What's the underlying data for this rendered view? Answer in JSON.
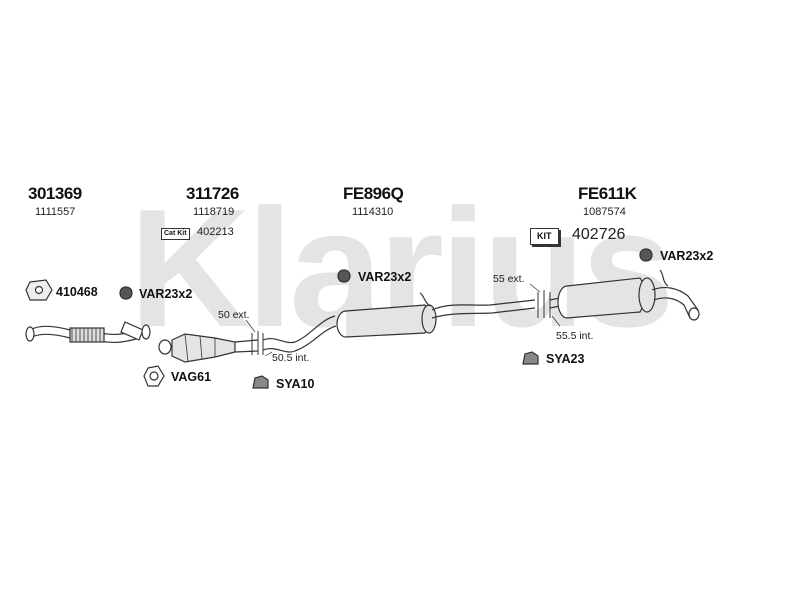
{
  "watermark": "Klarius",
  "parts": [
    {
      "code": "301369",
      "ref": "1111557"
    },
    {
      "code": "311726",
      "ref": "1118719"
    },
    {
      "code": "FE896Q",
      "ref": "1114310"
    },
    {
      "code": "FE611K",
      "ref": "1087574"
    }
  ],
  "cat_kit": {
    "badge": "Cat Kit",
    "number": "402213"
  },
  "kit": {
    "badge": "KIT",
    "number": "402726"
  },
  "fittings": {
    "clamp_410468": "410468",
    "var_front": "VAR23x2",
    "var_mid": "VAR23x2",
    "var_rear": "VAR23x2",
    "vag61": "VAG61",
    "sya10": "SYA10",
    "sya23": "SYA23"
  },
  "measurements": {
    "m50ext": "50 ext.",
    "m50_5int": "50.5 int.",
    "m55ext": "55 ext.",
    "m55_5int": "55.5 int."
  }
}
